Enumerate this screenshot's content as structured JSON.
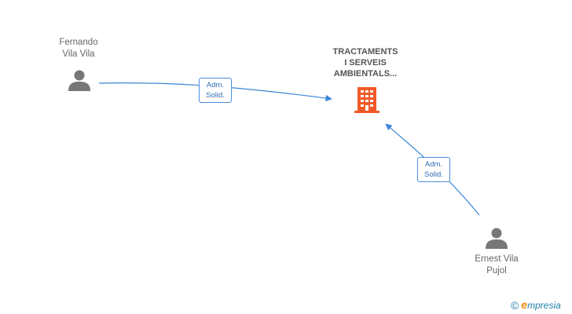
{
  "nodes": {
    "person_1": {
      "name_line1": "Fernando",
      "name_line2": "Vila Vila"
    },
    "company": {
      "line1": "TRACTAMENTS",
      "line2": "I SERVEIS",
      "line3": "AMBIENTALS..."
    },
    "person_2": {
      "name_line1": "Ernest Vila",
      "name_line2": "Pujol"
    }
  },
  "edges": [
    {
      "from": "person_1",
      "to": "company",
      "label_line1": "Adm.",
      "label_line2": "Solid."
    },
    {
      "from": "person_2",
      "to": "company",
      "label_line1": "Adm.",
      "label_line2": "Solid."
    }
  ],
  "colors": {
    "edge": "#3a86d8",
    "person_icon": "#777777",
    "company_icon": "#f05a28"
  },
  "brand": {
    "copyright_symbol": "©",
    "initial": "e",
    "name": "mpresia"
  }
}
